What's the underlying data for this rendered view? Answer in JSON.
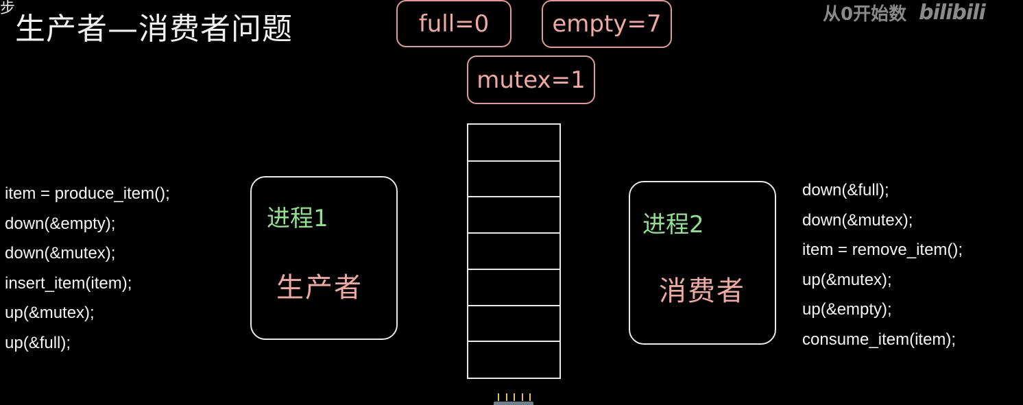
{
  "corner_glyph": "步",
  "title": "生产者—消费者问题",
  "watermark": {
    "text": "从0开始数",
    "logo": "bilibili"
  },
  "variables": {
    "full": "full=0",
    "empty": "empty=7",
    "mutex": "mutex=1"
  },
  "producer": {
    "id_label": "进程1",
    "role_label": "生产者",
    "code": [
      "item = produce_item();",
      "down(&empty);",
      "down(&mutex);",
      "insert_item(item);",
      "up(&mutex);",
      "up(&full);"
    ]
  },
  "consumer": {
    "id_label": "进程2",
    "role_label": "消费者",
    "code": [
      "down(&full);",
      "down(&mutex);",
      "item = remove_item();",
      "up(&mutex);",
      "up(&empty);",
      "consume_item(item);"
    ]
  },
  "buffer": {
    "slots": 7
  },
  "colors": {
    "background": "#000000",
    "variable_box": "#e39a9a",
    "process_id": "#8fe08f",
    "role_text": "#f0a9a1",
    "watermark": "#8a8a8a"
  }
}
